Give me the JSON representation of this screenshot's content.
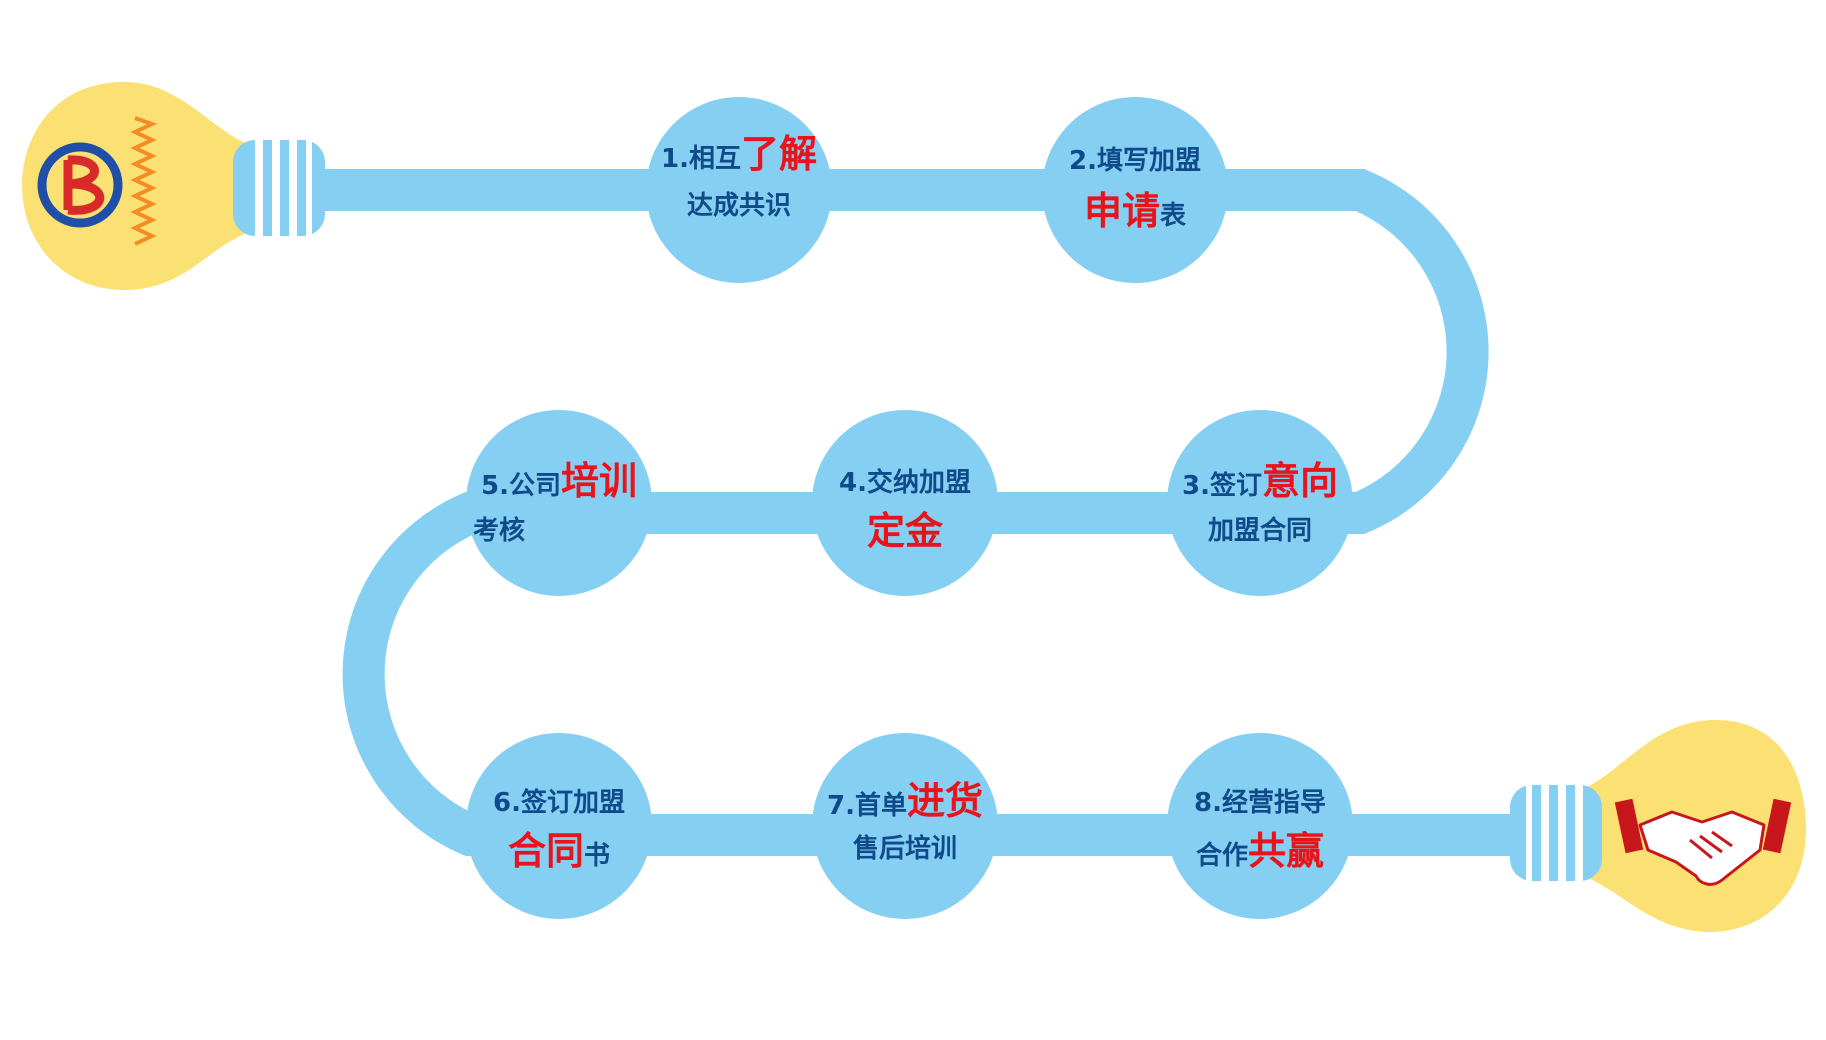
{
  "colors": {
    "track": "#85CFF2",
    "bulb": "#FBE174",
    "text_blue": "#0f4a8a",
    "text_red": "#e8141c"
  },
  "icons": {
    "start_logo": "b-logo-icon",
    "end_logo": "handshake-icon",
    "bulb": "light-bulb-icon"
  },
  "steps": [
    {
      "l1_normal": "1.相互",
      "l1_big": "了解",
      "l2_big": "",
      "l2_normal": "达成共识"
    },
    {
      "l1_normal": "2.填写加盟",
      "l1_big": "",
      "l2_big": "申请",
      "l2_normal": "表"
    },
    {
      "l1_normal": "3.签订",
      "l1_big": "意向",
      "l2_big": "",
      "l2_normal": "加盟合同"
    },
    {
      "l1_normal": "4.交纳加盟",
      "l1_big": "",
      "l2_big": "定金",
      "l2_normal": ""
    },
    {
      "l1_normal": "5.公司",
      "l1_big": "培训",
      "l2_big": "",
      "l2_normal": "考核"
    },
    {
      "l1_normal": "6.签订加盟",
      "l1_big": "",
      "l2_big": "合同",
      "l2_normal": "书"
    },
    {
      "l1_normal": "7.首单",
      "l1_big": "进货",
      "l2_big": "",
      "l2_normal": "售后培训"
    },
    {
      "l1_normal": "8.经营指导",
      "l1_big": "",
      "l2_big": "共赢",
      "l2_normal": "合作",
      "l2_order": "normal-first"
    }
  ]
}
